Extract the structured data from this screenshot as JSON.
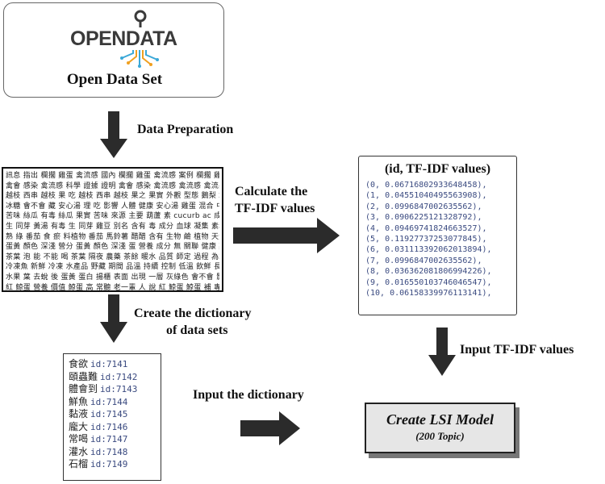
{
  "open_data": {
    "logo_text_left": "OPEN",
    "logo_text_right": "DATA",
    "label": "Open Data Set"
  },
  "steps": {
    "data_preparation": "Data Preparation",
    "calculate_line1": "Calculate the",
    "calculate_line2": "TF-IDF values",
    "dictionary_line1": "Create the dictionary",
    "dictionary_line2": "of data sets",
    "input_dictionary": "Input the dictionary",
    "input_tfidf": "Input TF-IDF values"
  },
  "text_matrix": {
    "rows": [
      "訊息 指出 欄擱 雞蛋 禽流感 國內 欄擱 雞蛋 禽流感 案例 欄擱 雞蛋",
      "禽會 感染 禽流感 科學 證據 證明 禽會 感染 禽流感 禽流感 禽流感",
      "越枝 西串 越枝 果 吃 越枝 西串 越枝 果之 果實 外觀 型態 鵝梨 均質",
      "冰糖 會不會 藏 安心湯 理 吃 影響 人體 健康 安心湯 雞蛋 混合 中空",
      "苦味 絲瓜 有毒 絲瓜 果實 苦味 來源 主要 葫蘆 素 cucurb ac 成分",
      "生 同芽 黃湯 有毒 生 同芽 雞豆 別名 含有 毒 成分 血球 凝集 素和",
      "熟 綠 番茄 食 瘀 料植物 番茄 馬鈴薯 醋醋 含有 生物 鹼 植物 天然",
      "蛋黃 顏色 深淺 營分 蛋黃 顏色 深淺 蛋 營養 成分 無 關聯 健康 雞蛋",
      "茶葉 泡 能 不能 喝 茶葉 隔夜 農藥 茶餘 暖水 品質 師定 過程 為求 保",
      "冷凍魚 新鮮 冷凍 水產品 野藏 期間 品溫 持續 控制 低溫 飲鮮 長久",
      "水果 葉 去蛻 後 蛋黃 蛋白 揚櫃 表面 出現 一層 灰綠色 會不會 影響",
      "紅 鯨蛋 營養 價值 鯨蛋 高 常聽 老一輩 人 說 紅 鯨蛋 鯨蛋 補 專實"
    ]
  },
  "tfidf": {
    "title": "(id, TF-IDF values)",
    "rows": [
      "(0, 0.06716802933648458),",
      "(1, 0.04551040495563908),",
      "(2, 0.0996847002635562),",
      "(3, 0.0906225121328792),",
      "(4, 0.09469741824663527),",
      "(5, 0.11927737253077845),",
      "(6, 0.031113392062013894),",
      "(7, 0.0996847002635562),",
      "(8, 0.036362081806994226),",
      "(9, 0.016550103746046547),",
      "(10, 0.06158339976113141),"
    ]
  },
  "dictionary": {
    "rows": [
      {
        "word": "食欲",
        "id": "id:7141"
      },
      {
        "word": "頤蟲難",
        "id": "id:7142"
      },
      {
        "word": "體會到",
        "id": "id:7143"
      },
      {
        "word": "鮮魚",
        "id": "id:7144"
      },
      {
        "word": "黏液",
        "id": "id:7145"
      },
      {
        "word": "龐大",
        "id": "id:7146"
      },
      {
        "word": "常喝",
        "id": "id:7147"
      },
      {
        "word": "灌水",
        "id": "id:7148"
      },
      {
        "word": "石榴",
        "id": "id:7149"
      }
    ]
  },
  "lsi": {
    "title": "Create LSI Model",
    "subtitle": "(200 Topic)"
  },
  "colors": {
    "arrow": "#2b2b2b",
    "logo_orange": "#f0a020",
    "logo_blue": "#3aa8d8",
    "mono_text": "#3a4a80"
  }
}
